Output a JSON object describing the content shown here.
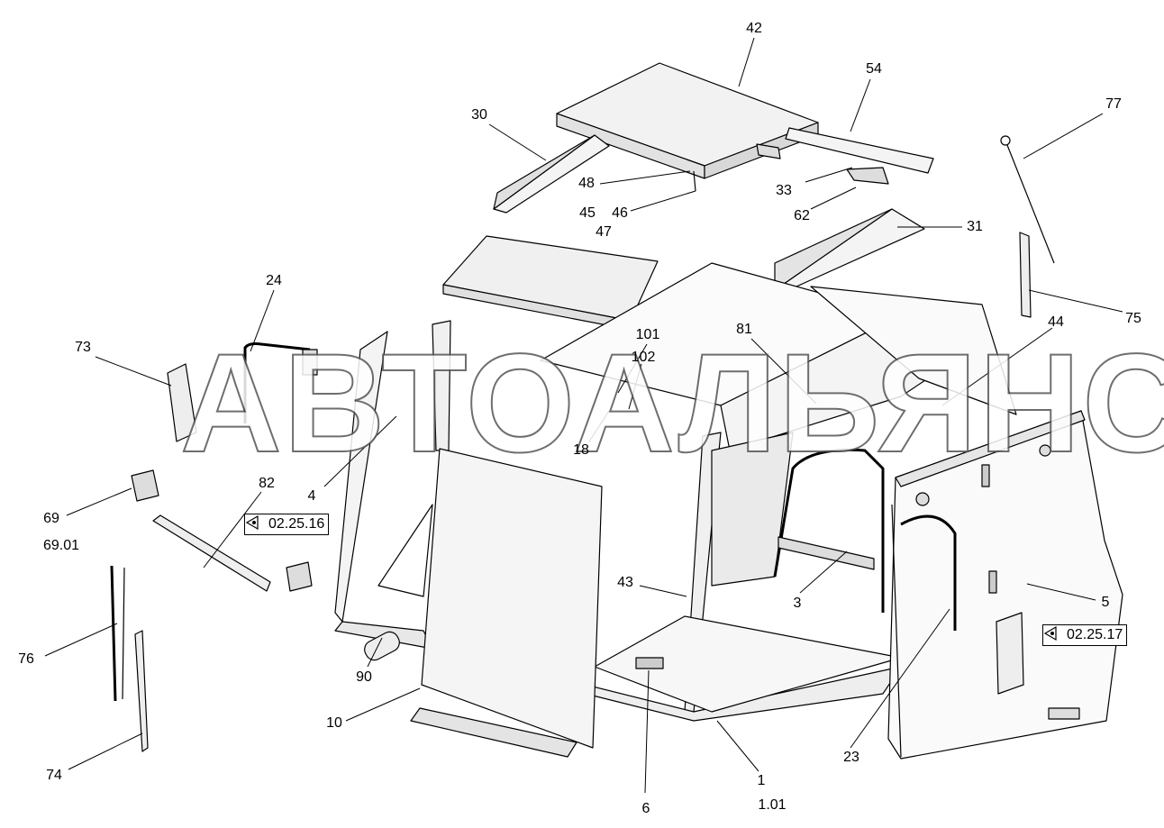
{
  "watermark": "АВТОАЛЬЯНС",
  "references": [
    {
      "id": "ref-02-25-16",
      "text": "02.25.16"
    },
    {
      "id": "ref-02-25-17",
      "text": "02.25.17"
    }
  ],
  "callouts": [
    {
      "id": "42",
      "text": "42"
    },
    {
      "id": "54",
      "text": "54"
    },
    {
      "id": "30",
      "text": "30"
    },
    {
      "id": "77",
      "text": "77"
    },
    {
      "id": "48",
      "text": "48"
    },
    {
      "id": "33",
      "text": "33"
    },
    {
      "id": "45",
      "text": "45"
    },
    {
      "id": "46",
      "text": "46"
    },
    {
      "id": "62",
      "text": "62"
    },
    {
      "id": "47",
      "text": "47"
    },
    {
      "id": "31",
      "text": "31"
    },
    {
      "id": "24",
      "text": "24"
    },
    {
      "id": "75",
      "text": "75"
    },
    {
      "id": "101",
      "text": "101"
    },
    {
      "id": "81",
      "text": "81"
    },
    {
      "id": "44",
      "text": "44"
    },
    {
      "id": "73",
      "text": "73"
    },
    {
      "id": "102",
      "text": "102"
    },
    {
      "id": "18",
      "text": "18"
    },
    {
      "id": "4",
      "text": "4"
    },
    {
      "id": "82",
      "text": "82"
    },
    {
      "id": "69",
      "text": "69"
    },
    {
      "id": "69.01",
      "text": "69.01"
    },
    {
      "id": "43",
      "text": "43"
    },
    {
      "id": "3",
      "text": "3"
    },
    {
      "id": "5",
      "text": "5"
    },
    {
      "id": "76",
      "text": "76"
    },
    {
      "id": "90",
      "text": "90"
    },
    {
      "id": "10",
      "text": "10"
    },
    {
      "id": "23",
      "text": "23"
    },
    {
      "id": "74",
      "text": "74"
    },
    {
      "id": "1",
      "text": "1"
    },
    {
      "id": "1.01",
      "text": "1.01"
    },
    {
      "id": "6",
      "text": "6"
    }
  ]
}
